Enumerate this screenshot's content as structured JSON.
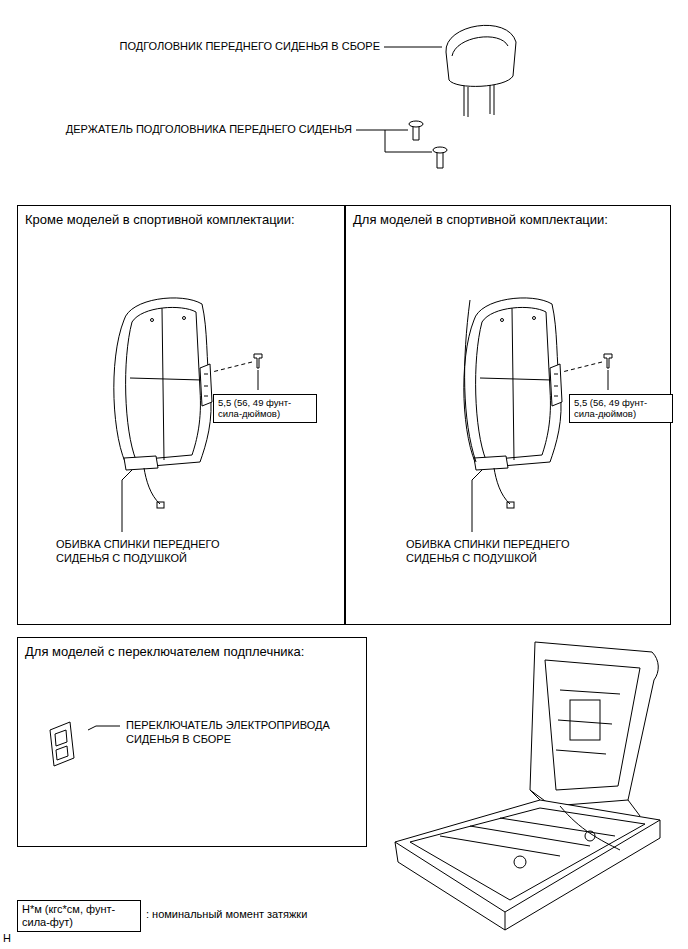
{
  "diagram": {
    "nodes": [
      {
        "text": [
          "Кроме моделей в спортивной комплектации:",
          "ОБИВКА СПИНКИ ПЕРЕДНЕГО СИДЕНЬЯ С ПОДУШКОЙ"
        ]
      },
      {
        "text": [
          "5,5 (56, 49 фунт-сила-дюймов)"
        ],
        "in": 0
      },
      {
        "text": [
          "Для моделей в спортивной комплектации:",
          "ОБИВКА СПИНКИ ПЕРЕДНЕГО СИДЕНЬЯ С ПОДУШКОЙ"
        ]
      },
      {
        "text": [
          "5,5 (56, 49 фунт-сила-дюймов)"
        ],
        "in": 2
      },
      {
        "text": [
          "Для моделей с переключателем подплечника:",
          "ПЕРЕКЛЮЧАТЕЛЬ ЭЛЕКТРОПРИВОДА СИДЕНЬЯ В СБОРЕ"
        ]
      },
      {
        "text": [
          "Н*м (кгс*см, фунт-сила-фут)"
        ]
      }
    ],
    "labels": [
      "ПОДГОЛОВНИК ПЕРЕДНЕГО СИДЕНЬЯ В СБОРЕ",
      "ДЕРЖАТЕЛЬ ПОДГОЛОВНИКА ПЕРЕДНЕГО СИДЕНЬЯ",
      ": номинальный момент затяжки",
      "H"
    ]
  }
}
